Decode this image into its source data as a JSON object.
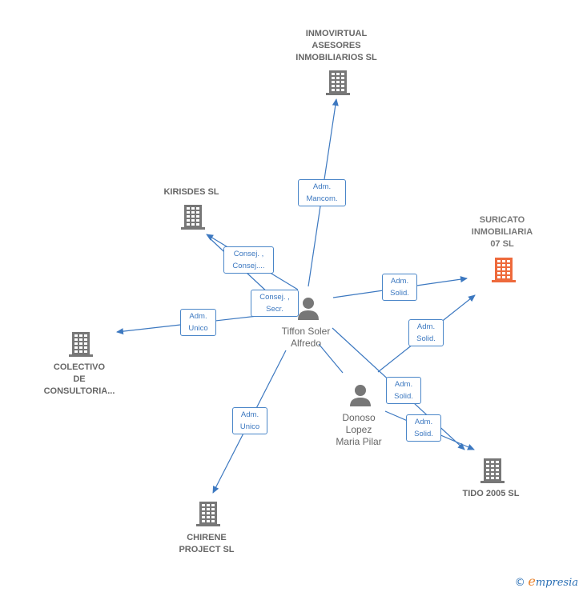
{
  "companies": [
    {
      "id": "inmovirtual",
      "lines": [
        "INMOVIRTUAL",
        "ASESORES",
        "INMOBILIARIOS SL"
      ]
    },
    {
      "id": "suricato",
      "lines": [
        "SURICATO",
        "INMOBILIARIA",
        "07  SL"
      ]
    },
    {
      "id": "kirisdes",
      "lines": [
        "KIRISDES SL"
      ]
    },
    {
      "id": "colectivo",
      "lines": [
        "COLECTIVO",
        "DE",
        "CONSULTORIA..."
      ]
    },
    {
      "id": "chirene",
      "lines": [
        "CHIRENE",
        "PROJECT SL"
      ]
    },
    {
      "id": "tido",
      "lines": [
        "TIDO 2005  SL"
      ]
    }
  ],
  "persons": [
    {
      "id": "tiffon",
      "lines": [
        "Tiffon Soler",
        "Alfredo"
      ]
    },
    {
      "id": "donoso",
      "lines": [
        "Donoso",
        "Lopez",
        "Maria Pilar"
      ]
    }
  ],
  "relations": [
    {
      "id": "r1",
      "lines": [
        "Adm.",
        "Mancom."
      ]
    },
    {
      "id": "r2",
      "lines": [
        "Consej. ,",
        "Consej...."
      ]
    },
    {
      "id": "r3",
      "lines": [
        "Consej. ,",
        "Secr."
      ]
    },
    {
      "id": "r4",
      "lines": [
        "Adm.",
        "Unico"
      ]
    },
    {
      "id": "r5",
      "lines": [
        "Adm.",
        "Solid."
      ]
    },
    {
      "id": "r6",
      "lines": [
        "Adm.",
        "Solid."
      ]
    },
    {
      "id": "r7",
      "lines": [
        "Adm.",
        "Solid."
      ]
    },
    {
      "id": "r8",
      "lines": [
        "Adm.",
        "Solid."
      ]
    },
    {
      "id": "r9",
      "lines": [
        "Adm.",
        "Unico"
      ]
    }
  ],
  "colors": {
    "edge": "#3c78c0",
    "company_icon": "#777777",
    "highlight_icon": "#ee6a3c",
    "person_icon": "#777777"
  },
  "brand": {
    "copyright": "©",
    "initial": "e",
    "rest": "mpresia"
  }
}
